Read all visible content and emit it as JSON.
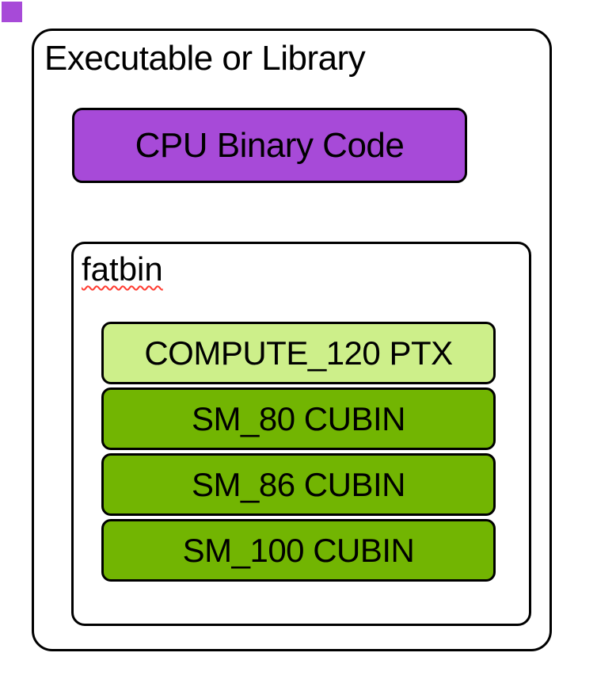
{
  "diagram": {
    "outer_box": {
      "title": "Executable or Library"
    },
    "cpu_box": {
      "label": "CPU Binary Code"
    },
    "fatbin_box": {
      "label": "fatbin",
      "ptx_box": {
        "label": "COMPUTE_120 PTX"
      },
      "cubin_boxes": [
        {
          "label": "SM_80 CUBIN"
        },
        {
          "label": "SM_86 CUBIN"
        },
        {
          "label": "SM_100 CUBIN"
        }
      ]
    },
    "colors": {
      "cpu_box_fill": "#a74ad8",
      "ptx_box_fill": "#cdef8a",
      "cubin_box_fill": "#72b502",
      "box_border": "#000000",
      "spellcheck_underline": "#ff3b30",
      "background": "#ffffff",
      "stray_corner_square": "#a74ad8"
    }
  }
}
